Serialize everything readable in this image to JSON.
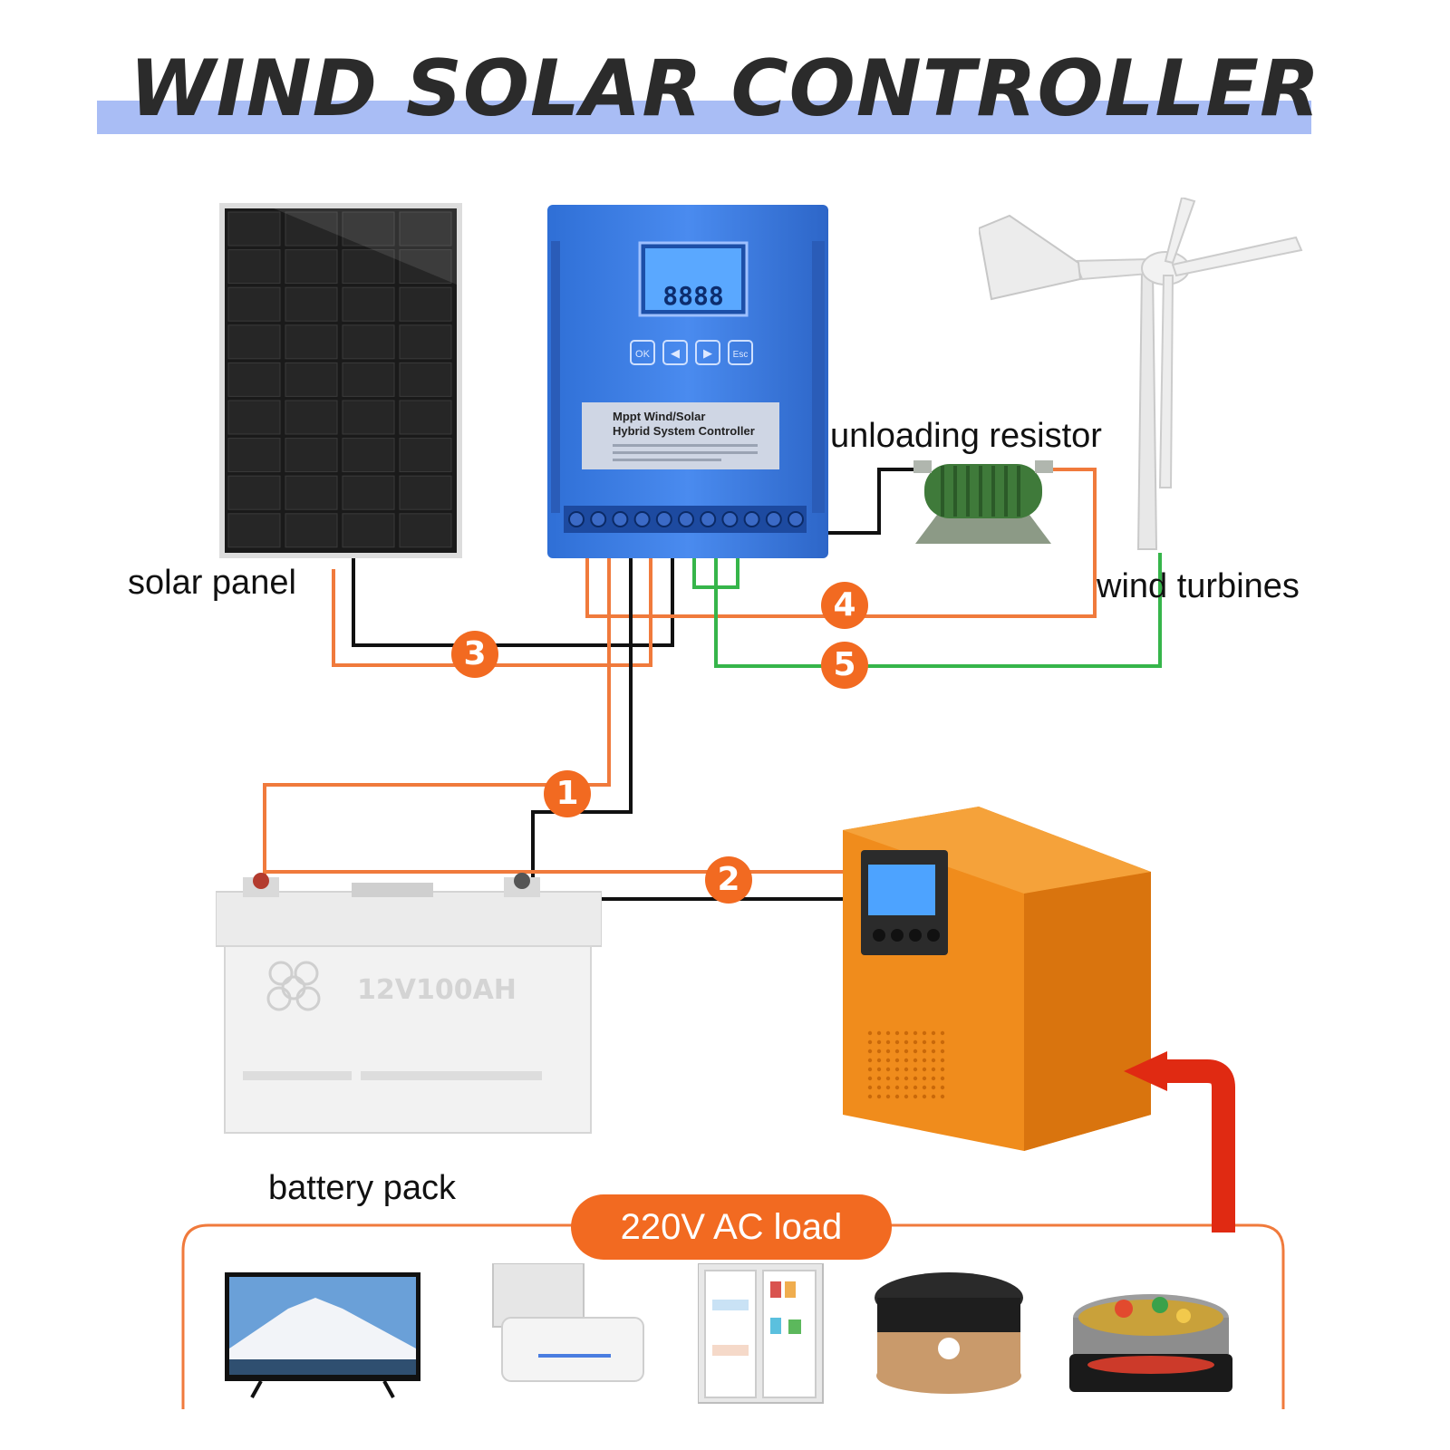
{
  "title": "WIND SOLAR CONTROLLER",
  "colors": {
    "title_band": "#a9bdf5",
    "wire_orange": "#f07a3c",
    "wire_black": "#111111",
    "wire_green": "#36b54a",
    "badge": "#f26a21",
    "controller_blue": "#3f7fe0",
    "inverter_orange": "#f08c1c",
    "arrow_red": "#e02a12"
  },
  "labels": {
    "solar_panel": "solar panel",
    "unloading_resistor": "unloading resistor",
    "wind_turbines": "wind turbines",
    "battery_pack": "battery pack",
    "ac_load": "220V AC load"
  },
  "controller": {
    "display": "8888",
    "buttons": [
      "OK",
      "◀",
      "▶",
      "Esc"
    ],
    "name_line1": "Mppt Wind/Solar",
    "name_line2": "Hybrid System Controller"
  },
  "battery": {
    "model": "12V100AH"
  },
  "connections": [
    {
      "number": "1"
    },
    {
      "number": "2"
    },
    {
      "number": "3"
    },
    {
      "number": "4"
    },
    {
      "number": "5"
    }
  ],
  "loads": [
    {
      "icon": "television-icon"
    },
    {
      "icon": "air-conditioner-icon"
    },
    {
      "icon": "refrigerator-icon"
    },
    {
      "icon": "rice-cooker-icon"
    },
    {
      "icon": "induction-cooker-icon"
    }
  ]
}
